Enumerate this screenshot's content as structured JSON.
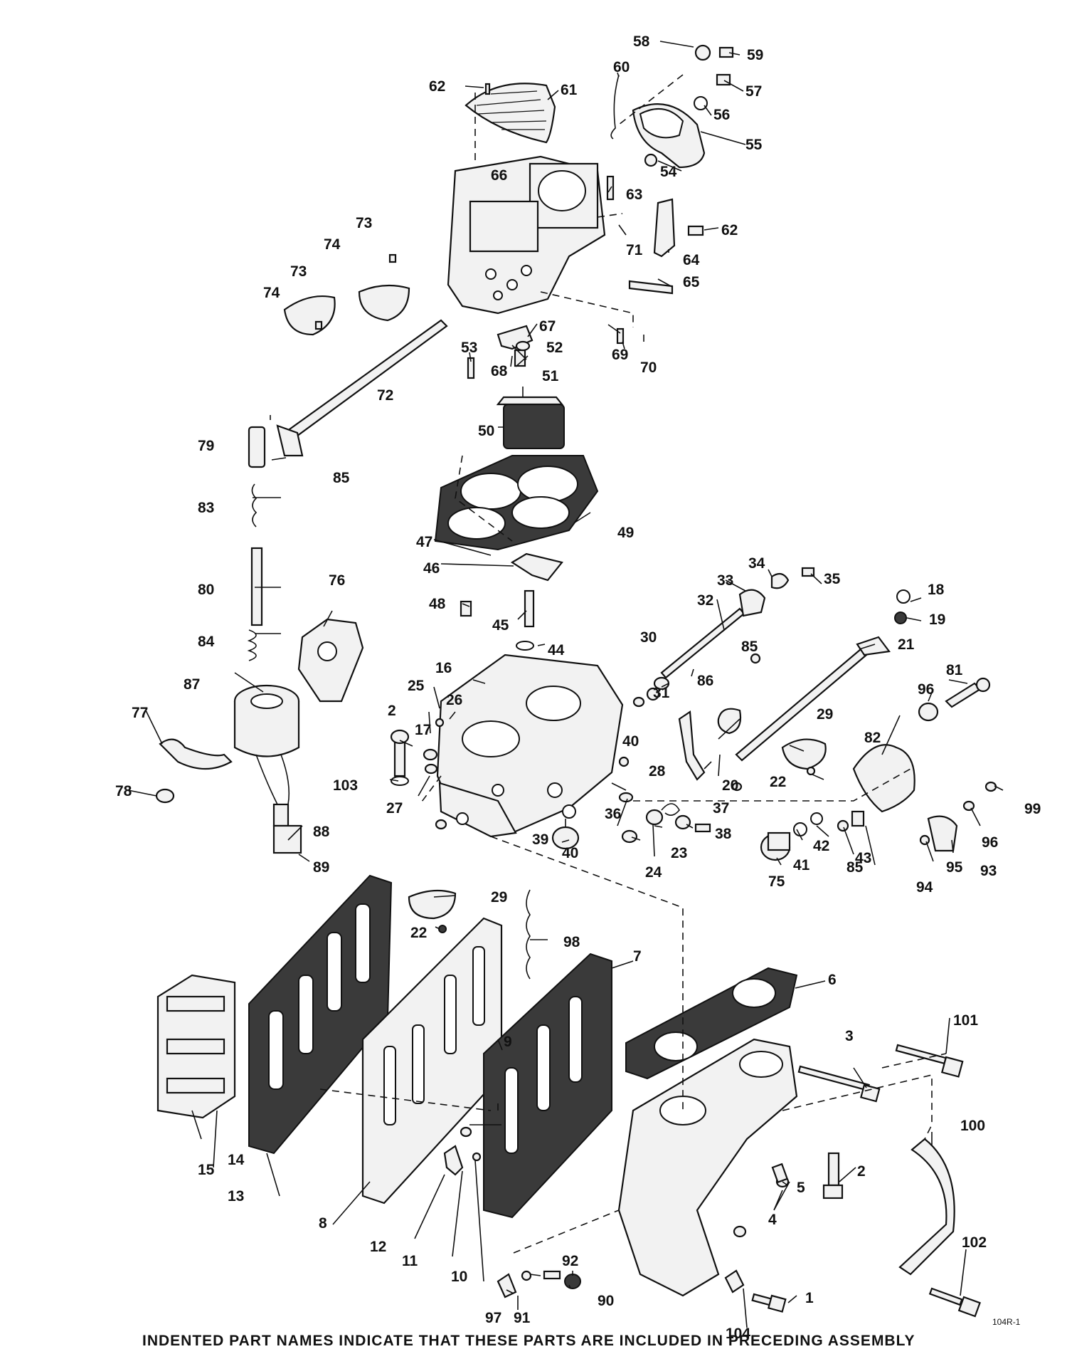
{
  "labels": [
    {
      "id": "1",
      "text": "1"
    },
    {
      "id": "2a",
      "text": "2"
    },
    {
      "id": "2b",
      "text": "2"
    },
    {
      "id": "3",
      "text": "3"
    },
    {
      "id": "4",
      "text": "4"
    },
    {
      "id": "5",
      "text": "5"
    },
    {
      "id": "6",
      "text": "6"
    },
    {
      "id": "7",
      "text": "7"
    },
    {
      "id": "8",
      "text": "8"
    },
    {
      "id": "9",
      "text": "9"
    },
    {
      "id": "10",
      "text": "10"
    },
    {
      "id": "11",
      "text": "11"
    },
    {
      "id": "12",
      "text": "12"
    },
    {
      "id": "13",
      "text": "13"
    },
    {
      "id": "14",
      "text": "14"
    },
    {
      "id": "15",
      "text": "15"
    },
    {
      "id": "16",
      "text": "16"
    },
    {
      "id": "17",
      "text": "17"
    },
    {
      "id": "18",
      "text": "18"
    },
    {
      "id": "19",
      "text": "19"
    },
    {
      "id": "20",
      "text": "20"
    },
    {
      "id": "21",
      "text": "21"
    },
    {
      "id": "22a",
      "text": "22"
    },
    {
      "id": "22b",
      "text": "22"
    },
    {
      "id": "23",
      "text": "23"
    },
    {
      "id": "24",
      "text": "24"
    },
    {
      "id": "25",
      "text": "25"
    },
    {
      "id": "26",
      "text": "26"
    },
    {
      "id": "27",
      "text": "27"
    },
    {
      "id": "28",
      "text": "28"
    },
    {
      "id": "29a",
      "text": "29"
    },
    {
      "id": "29b",
      "text": "29"
    },
    {
      "id": "30",
      "text": "30"
    },
    {
      "id": "31",
      "text": "31"
    },
    {
      "id": "32",
      "text": "32"
    },
    {
      "id": "33",
      "text": "33"
    },
    {
      "id": "34",
      "text": "34"
    },
    {
      "id": "35",
      "text": "35"
    },
    {
      "id": "36",
      "text": "36"
    },
    {
      "id": "37",
      "text": "37"
    },
    {
      "id": "38",
      "text": "38"
    },
    {
      "id": "39",
      "text": "39"
    },
    {
      "id": "40a",
      "text": "40"
    },
    {
      "id": "40b",
      "text": "40"
    },
    {
      "id": "41",
      "text": "41"
    },
    {
      "id": "42",
      "text": "42"
    },
    {
      "id": "43",
      "text": "43"
    },
    {
      "id": "44",
      "text": "44"
    },
    {
      "id": "45",
      "text": "45"
    },
    {
      "id": "46",
      "text": "46"
    },
    {
      "id": "47",
      "text": "47"
    },
    {
      "id": "48",
      "text": "48"
    },
    {
      "id": "49",
      "text": "49"
    },
    {
      "id": "50",
      "text": "50"
    },
    {
      "id": "51",
      "text": "51"
    },
    {
      "id": "52",
      "text": "52"
    },
    {
      "id": "53",
      "text": "53"
    },
    {
      "id": "54",
      "text": "54"
    },
    {
      "id": "55",
      "text": "55"
    },
    {
      "id": "56",
      "text": "56"
    },
    {
      "id": "57",
      "text": "57"
    },
    {
      "id": "58",
      "text": "58"
    },
    {
      "id": "59",
      "text": "59"
    },
    {
      "id": "60",
      "text": "60"
    },
    {
      "id": "61",
      "text": "61"
    },
    {
      "id": "62a",
      "text": "62"
    },
    {
      "id": "62b",
      "text": "62"
    },
    {
      "id": "63",
      "text": "63"
    },
    {
      "id": "64",
      "text": "64"
    },
    {
      "id": "65",
      "text": "65"
    },
    {
      "id": "66",
      "text": "66"
    },
    {
      "id": "67",
      "text": "67"
    },
    {
      "id": "68",
      "text": "68"
    },
    {
      "id": "69",
      "text": "69"
    },
    {
      "id": "70",
      "text": "70"
    },
    {
      "id": "71",
      "text": "71"
    },
    {
      "id": "72",
      "text": "72"
    },
    {
      "id": "73a",
      "text": "73"
    },
    {
      "id": "73b",
      "text": "73"
    },
    {
      "id": "74a",
      "text": "74"
    },
    {
      "id": "74b",
      "text": "74"
    },
    {
      "id": "75",
      "text": "75"
    },
    {
      "id": "76",
      "text": "76"
    },
    {
      "id": "77",
      "text": "77"
    },
    {
      "id": "78",
      "text": "78"
    },
    {
      "id": "79",
      "text": "79"
    },
    {
      "id": "80",
      "text": "80"
    },
    {
      "id": "81",
      "text": "81"
    },
    {
      "id": "82",
      "text": "82"
    },
    {
      "id": "83",
      "text": "83"
    },
    {
      "id": "84",
      "text": "84"
    },
    {
      "id": "85a",
      "text": "85"
    },
    {
      "id": "85b",
      "text": "85"
    },
    {
      "id": "85c",
      "text": "85"
    },
    {
      "id": "86",
      "text": "86"
    },
    {
      "id": "87",
      "text": "87"
    },
    {
      "id": "88",
      "text": "88"
    },
    {
      "id": "89",
      "text": "89"
    },
    {
      "id": "90",
      "text": "90"
    },
    {
      "id": "91",
      "text": "91"
    },
    {
      "id": "92",
      "text": "92"
    },
    {
      "id": "93",
      "text": "93"
    },
    {
      "id": "94",
      "text": "94"
    },
    {
      "id": "95",
      "text": "95"
    },
    {
      "id": "96a",
      "text": "96"
    },
    {
      "id": "96b",
      "text": "96"
    },
    {
      "id": "97",
      "text": "97"
    },
    {
      "id": "98",
      "text": "98"
    },
    {
      "id": "99",
      "text": "99"
    },
    {
      "id": "100",
      "text": "100"
    },
    {
      "id": "101",
      "text": "101"
    },
    {
      "id": "102",
      "text": "102"
    },
    {
      "id": "103",
      "text": "103"
    },
    {
      "id": "104",
      "text": "104"
    }
  ],
  "footer": {
    "note": "INDENTED PART NAMES INDICATE THAT THESE PARTS ARE INCLUDED IN PRECEDING ASSEMBLY",
    "code": "104R-1"
  }
}
